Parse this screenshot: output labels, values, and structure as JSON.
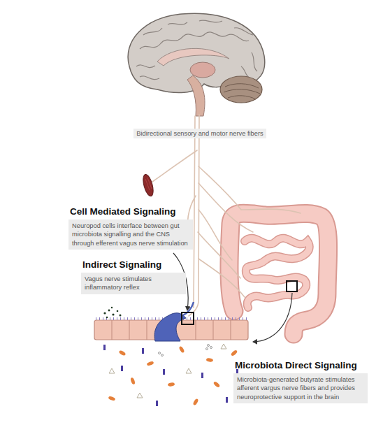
{
  "diagram": {
    "nodes": [
      {
        "text": [
          "Bidirectional sensory and motor nerve fibers"
        ]
      },
      {
        "text": [
          "Cell Mediated Signaling",
          "Neuropod cells interface between gut microbiota signalling and the CNS through efferent vagus nerve stimulation"
        ]
      },
      {
        "text": [
          "Indirect Signaling",
          "Vagus nerve stimulates inflammatory reflex"
        ]
      },
      {
        "text": [
          "Microbiota Direct Signaling",
          "Microbiota-generated butyrate stimulates afferent vargus nerve fibers and provides neuroprotective support in the brain"
        ]
      }
    ]
  }
}
